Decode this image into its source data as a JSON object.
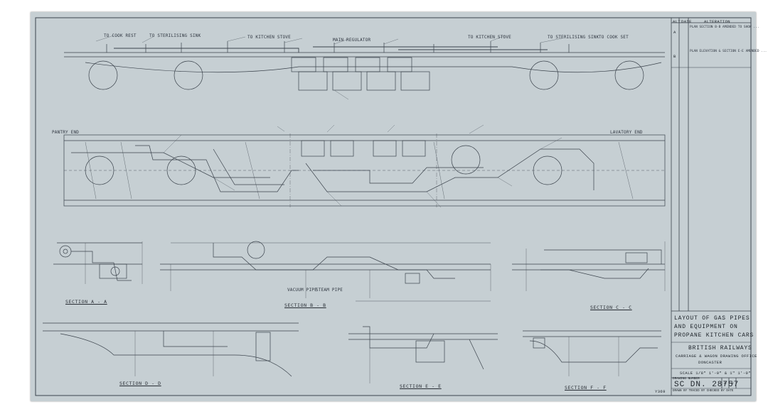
{
  "title_block": {
    "title_line1": "LAYOUT OF GAS PIPES",
    "title_line2": "AND EQUIPMENT ON",
    "title_line3": "PROPANE KITCHEN CARS",
    "org": "BRITISH RAILWAYS",
    "office": "CARRIAGE & WAGON DRAWING OFFICE",
    "location": "DONCASTER",
    "scale": "SCALE 1/8\" 1'-0\" & 1\" 1'-0\"",
    "drawing_number_label": "DRAWING NUMBER",
    "drawing_number": "SC DN. 28757",
    "ab_a": "A",
    "ab_b": "B",
    "sign_row": "DRAWN BY   TRACED BY   CHECKED BY   DATE",
    "ref": "Y369"
  },
  "revisions": {
    "header_alt": "ALT",
    "header_date": "DATE",
    "header_alteration": "ALTERATION",
    "rev_a_letter": "A",
    "rev_a_text": "PLAN SECTION B-B AMENDED TO SHOW ...",
    "rev_b_letter": "B",
    "rev_b_text": "PLAN ELEVATION & SECTION E-E AMENDED ..."
  },
  "sections": {
    "aa": "SECTION  A - A",
    "bb": "SECTION  B - B",
    "cc": "SECTION  C - C",
    "dd": "SECTION  D - D",
    "ee": "SECTION  E - E",
    "ff": "SECTION  F - F"
  },
  "labels": {
    "to_cook_rest": "TO COOK REST",
    "to_steriliser_sink": "TO STERILISING SINK",
    "to_kitchen_stove": "TO KITCHEN STOVE",
    "to_kitchen_stove_2": "TO KITCHEN STOVE",
    "to_steriliser_sink_2": "TO STERILISING SINK",
    "to_cook_set": "TO COOK SET",
    "pantry_end": "PANTRY END",
    "lavatory_end": "LAVATORY END",
    "main_regulator": "MAIN REGULATOR",
    "vacuum_pipe": "VACUUM PIPE",
    "steam_pipe": "STEAM PIPE"
  },
  "colors": {
    "paper": "#c6cfd3",
    "ink": "#2f3640"
  }
}
